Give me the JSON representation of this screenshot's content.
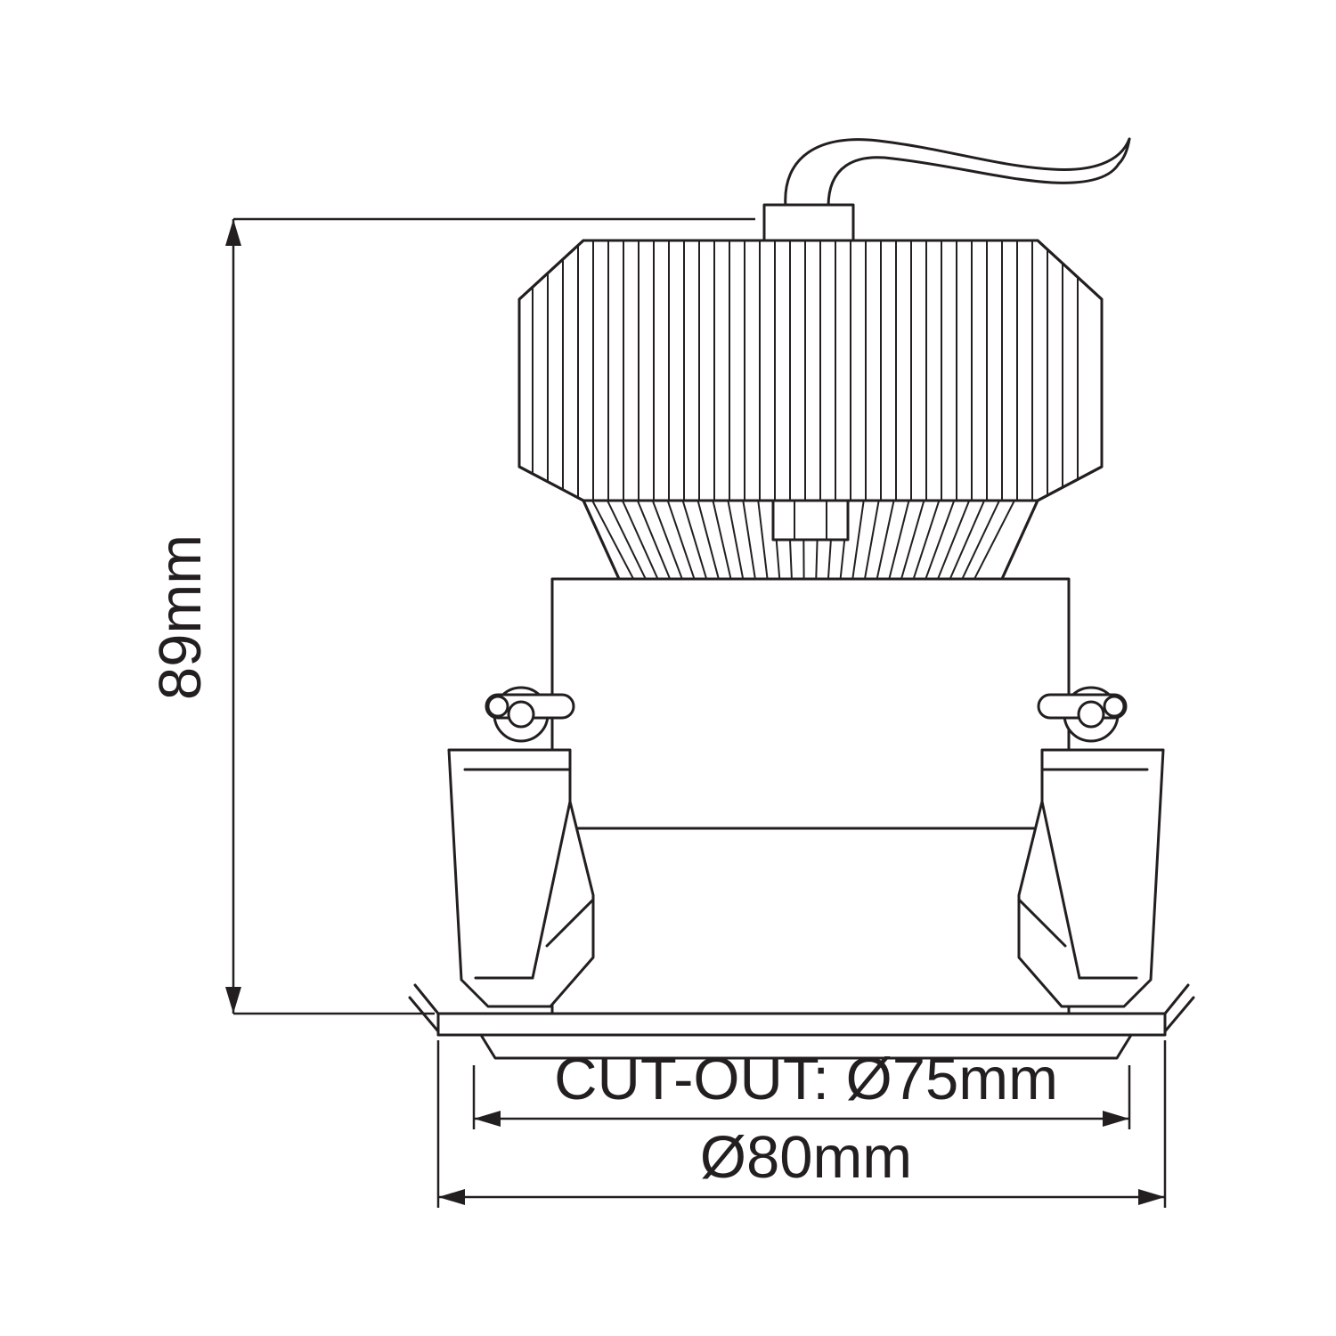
{
  "drawing": {
    "type": "technical-dimension-drawing",
    "subject": "recessed-led-downlight-front-view",
    "dimensions": {
      "height": "89mm",
      "cutout": "CUT-OUT: Ø75mm",
      "diameter": "Ø80mm"
    },
    "colors": {
      "line": "#231f20",
      "background": "#ffffff"
    }
  }
}
